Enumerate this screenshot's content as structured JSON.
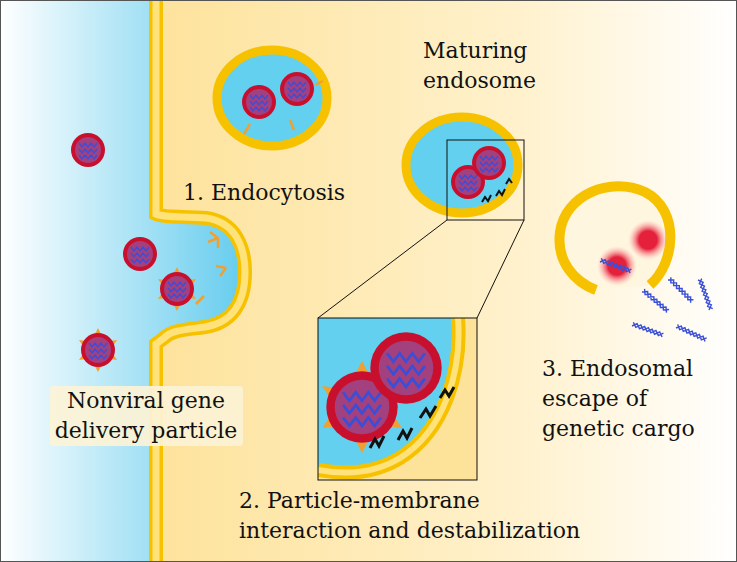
{
  "diagram": {
    "labels": [
      "Maturing endosome",
      "1. Endocytosis",
      "3. Endosomal escape of genetic cargo",
      "Nonviral gene delivery particle",
      "2. Particle-membrane interaction and destabilization"
    ]
  }
}
